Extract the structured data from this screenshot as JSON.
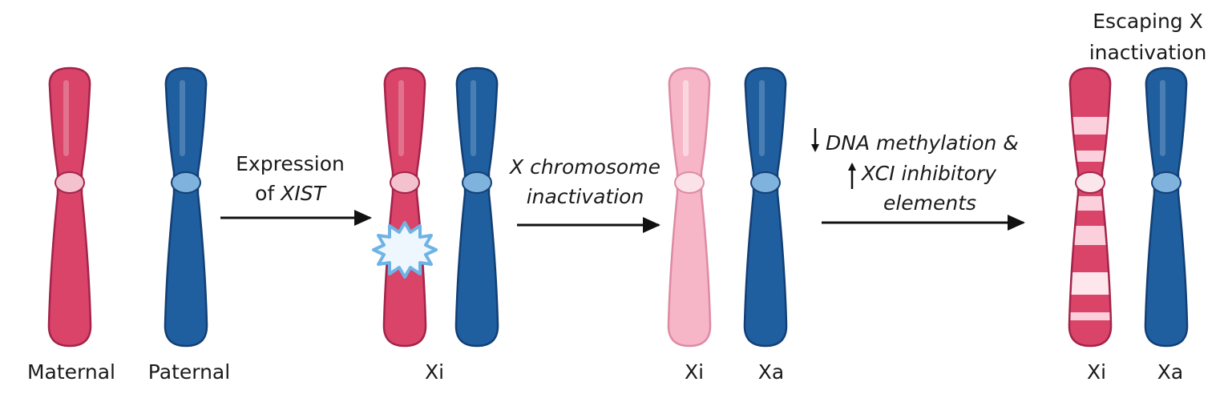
{
  "stage1": {
    "labels": [
      "Maternal",
      "Paternal"
    ]
  },
  "step1": {
    "line1": "Expression",
    "line2_prefix": "of ",
    "line2_italic": "XIST"
  },
  "stage2": {
    "label": "Xi"
  },
  "step2": {
    "line1": "X chromosome",
    "line2": "inactivation"
  },
  "stage3": {
    "labels": [
      "Xi",
      "Xa"
    ]
  },
  "step3": {
    "line1": "DNA methylation &",
    "line2": "XCI inhibitory",
    "line3": "elements",
    "down_arrow": "↓",
    "up_arrow": "↑"
  },
  "stage4": {
    "title_line1": "Escaping X",
    "title_line2": "inactivation",
    "labels": [
      "Xi",
      "Xa"
    ]
  },
  "colors": {
    "maternal": "#d94468",
    "paternal": "#1f5fa0",
    "inactive": "#f6b6c7",
    "xist_signal": "#6fb3e6"
  }
}
